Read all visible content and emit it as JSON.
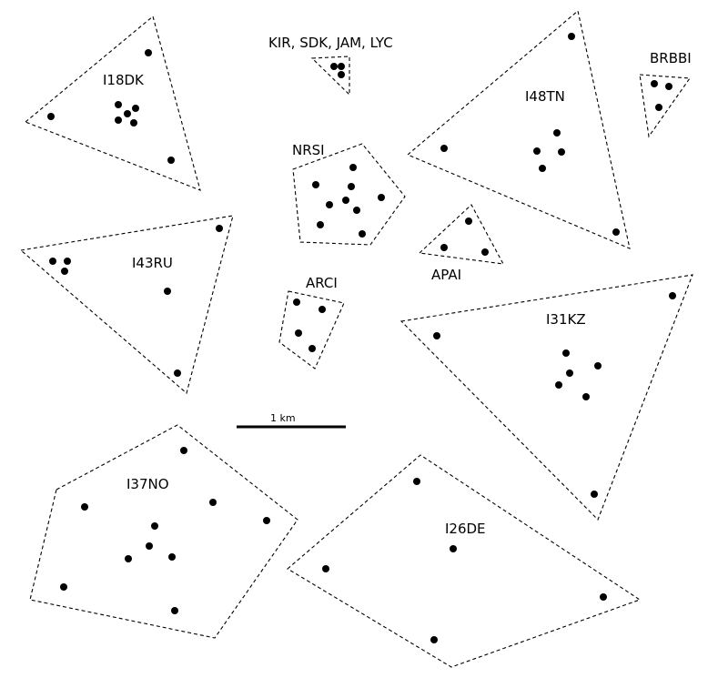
{
  "scale_bar": {
    "label": "1 km"
  },
  "arrays": [
    {
      "id": "i18dk",
      "label": "I18DK"
    },
    {
      "id": "kir-sdk-jam-lyc",
      "label": "KIR, SDK, JAM, LYC"
    },
    {
      "id": "i48tn",
      "label": "I48TN"
    },
    {
      "id": "brbbi",
      "label": "BRBBI"
    },
    {
      "id": "nrsi",
      "label": "NRSI"
    },
    {
      "id": "i43ru",
      "label": "I43RU"
    },
    {
      "id": "apai",
      "label": "APAI"
    },
    {
      "id": "arci",
      "label": "ARCI"
    },
    {
      "id": "i31kz",
      "label": "I31KZ"
    },
    {
      "id": "i37no",
      "label": "I37NO"
    },
    {
      "id": "i26de",
      "label": "I26DE"
    }
  ]
}
